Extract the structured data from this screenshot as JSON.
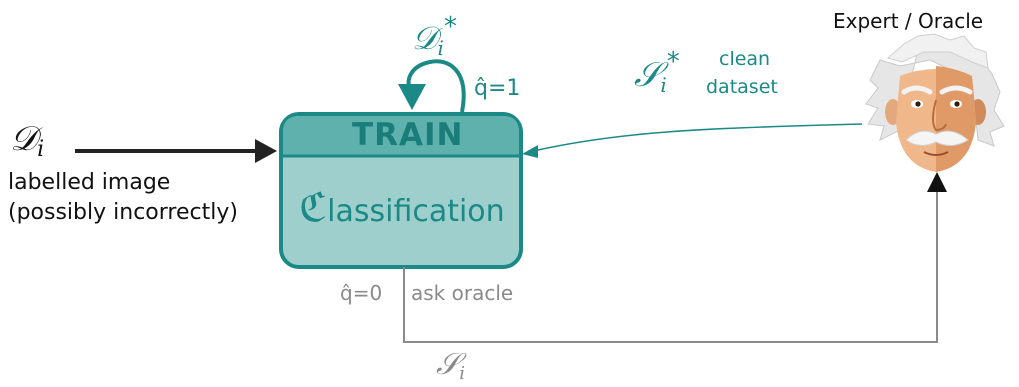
{
  "diagram": {
    "oracle_title": "Expert / Oracle",
    "train_label": "TRAIN",
    "classification_initial": "ℭ",
    "classification_rest": "lassification",
    "input_symbol": "𝒟",
    "input_sub": "i",
    "input_desc_line1": "labelled image",
    "input_desc_line2": "(possibly incorrectly)",
    "loop_symbol": "𝒟",
    "loop_sub": "i",
    "loop_sup": "*",
    "loop_condition": "q̂=1",
    "clean_symbol": "𝒮",
    "clean_sub": "i",
    "clean_sup": "*",
    "clean_desc_line1": "clean",
    "clean_desc_line2": "dataset",
    "ask_condition": "q̂=0",
    "ask_label": "ask oracle",
    "query_symbol": "𝒮",
    "query_sub": "i"
  },
  "colors": {
    "teal": "#1b8a87",
    "box_fill": "#9ecfcd",
    "header_fill": "#5fb1ae",
    "grey": "#8a8a8a",
    "dark": "#222222"
  }
}
